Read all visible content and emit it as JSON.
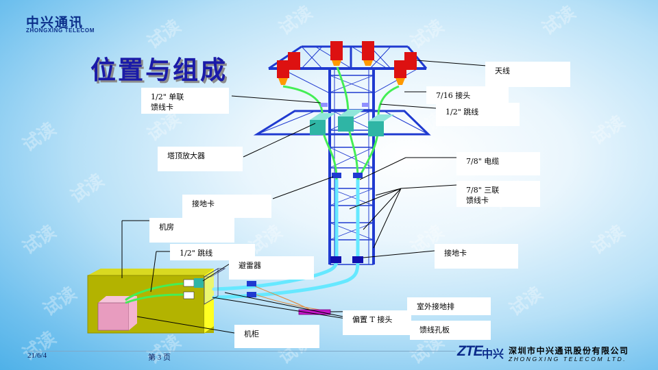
{
  "header": {
    "logo_cn": "中兴通讯",
    "logo_en": "ZHONGXING TELECOM"
  },
  "title": "位置与组成",
  "watermark": "试读",
  "labels": {
    "antenna": "天线",
    "connector_716": "7/16 接头",
    "jumper_half_top": "1/2\" 跳线",
    "clamp_single": "1/2\" 单联\n馈线卡",
    "tma": "塔顶放大器",
    "cable_78": "7/8\" 电缆",
    "clamp_triple": "7/8\" 三联\n馈线卡",
    "ground_clamp_left": "接地卡",
    "equipment_room": "机房",
    "jumper_half_bottom": "1/2\" 跳线",
    "arrester": "避雷器",
    "ground_clamp_right": "接地卡",
    "outdoor_ground_bar": "室外接地排",
    "bias_tee": "偏置 T 接头",
    "cabinet": "机柜",
    "feeder_window": "馈线孔板"
  },
  "footer": {
    "date": "21/6/4",
    "page": "第 3 页",
    "brand_logo": "ZTE",
    "brand_cn": "中兴",
    "company_cn": "深圳市中兴通讯股份有限公司",
    "company_en": "ZHONGXING TELECOM LTD."
  },
  "colors": {
    "tower": "#1f3ad0",
    "cable": "#66e8ff",
    "jumper": "#44ee55",
    "antenna": "#dd1111",
    "tma": "#2fb5a5",
    "equipment_room": "#b3b300",
    "cabinet": "#f0a4c6",
    "ground_bar": "#c218c8"
  }
}
